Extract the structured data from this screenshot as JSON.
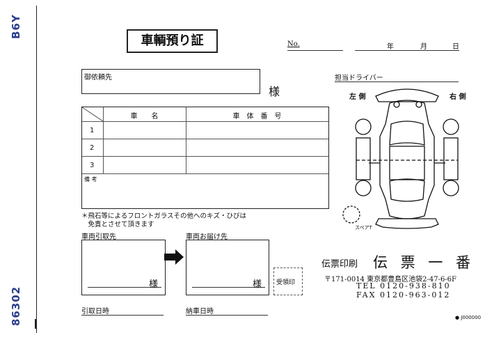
{
  "side": {
    "code_top": "B6Y",
    "code_bottom": "86302"
  },
  "header": {
    "title": "車輌預り証",
    "no_label": "No.",
    "date_year": "年",
    "date_month": "月",
    "date_day": "日"
  },
  "client": {
    "label": "御依頼先",
    "suffix": "様"
  },
  "table": {
    "col_name": "車　　名",
    "col_number": "車　体　番　号",
    "rows": [
      "1",
      "2",
      "3"
    ],
    "remarks": "備 考"
  },
  "notice": {
    "line1": "＊飛石等によるフロントガラスその他へのキズ・ひびは",
    "line2": "　免責とさせて頂きます"
  },
  "pickup": {
    "label": "車両引取先",
    "suffix": "様"
  },
  "delivery": {
    "label": "車両お届け先",
    "suffix": "様"
  },
  "stamp": {
    "label": "受領印"
  },
  "pickup_date": {
    "label": "引取日時"
  },
  "delivery_date": {
    "label": "納車日時"
  },
  "driver": {
    "label": "担当ドライバー",
    "left_side": "左 側",
    "right_side": "右 側",
    "spare": "スペアT"
  },
  "publisher": {
    "kind": "伝票印刷",
    "name": "伝 票 一 番",
    "address": "〒171-0014 東京都豊島区池袋2-47-6-6F",
    "tel": "TEL 0120-938-810",
    "fax": "FAX 0120-963-012"
  },
  "footer": {
    "code": "● J000000"
  }
}
